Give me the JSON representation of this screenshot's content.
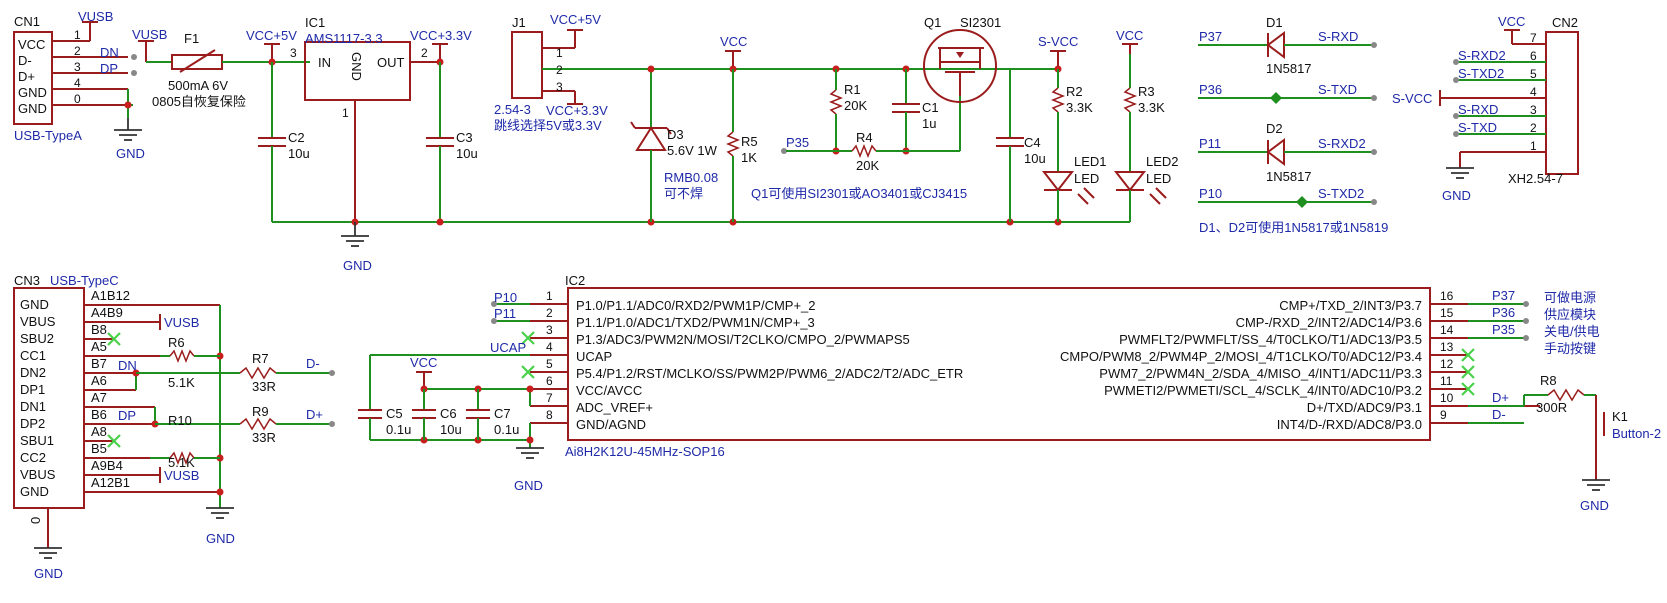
{
  "labels": {
    "cn1": "CN1",
    "cn1_vusb": "VUSB",
    "cn1_vcc": "VCC",
    "cn1_dm": "D-",
    "cn1_dp": "D+",
    "cn1_gnd1": "GND",
    "cn1_gnd2": "GND",
    "cn1_p1": "1",
    "cn1_p2": "2",
    "cn1_p3": "3",
    "cn1_p4": "4",
    "cn1_p0": "0",
    "net_dn": "DN",
    "net_dp": "DP",
    "cn1_type": "USB-TypeA",
    "gnd_cn1": "GND",
    "vusb_f1": "VUSB",
    "f1": "F1",
    "f1_val": "500mA 6V",
    "f1_desc": "0805自恢复保险",
    "vcc5_ic1": "VCC+5V",
    "ic1": "IC1",
    "ic1_part": "AMS1117-3.3",
    "ic1_in": "IN",
    "ic1_gnd": "GND",
    "ic1_out": "OUT",
    "ic1_p3": "3",
    "ic1_p2": "2",
    "ic1_p1": "1",
    "vcc33_ic1": "VCC+3.3V",
    "c2": "C2",
    "c2_val": "10u",
    "c3": "C3",
    "c3_val": "10u",
    "gnd_ic1": "GND",
    "j1": "J1",
    "j1_vcc5": "VCC+5V",
    "j1_p1": "1",
    "j1_p2": "2",
    "j1_p3": "3",
    "j1_vcc33": "VCC+3.3V",
    "j1_type": "2.54-3",
    "j1_desc": "跳线选择5V或3.3V",
    "vcc_top": "VCC",
    "d3": "D3",
    "d3_val": "5.6V 1W",
    "d3_pkg": "RMB0.08",
    "d3_note": "可不焊",
    "r5": "R5",
    "r5_val": "1K",
    "r1": "R1",
    "r1_val": "20K",
    "c1": "C1",
    "c1_val": "1u",
    "p35": "P35",
    "r4": "R4",
    "r4_val": "20K",
    "q1": "Q1",
    "q1_part": "SI2301",
    "q1_note": "Q1可使用SI2301或AO3401或CJ3415",
    "c4": "C4",
    "c4_val": "10u",
    "svcc": "S-VCC",
    "r2": "R2",
    "r2_val": "3.3K",
    "led1": "LED1",
    "led1_t": "LED",
    "vcc_r3": "VCC",
    "r3": "R3",
    "r3_val": "3.3K",
    "led2": "LED2",
    "led2_t": "LED",
    "p37": "P37",
    "d1": "D1",
    "d1_part": "1N5817",
    "srxd": "S-RXD",
    "p36": "P36",
    "stxd": "S-TXD",
    "p11": "P11",
    "d2": "D2",
    "d2_part": "1N5817",
    "srxd2": "S-RXD2",
    "p10": "P10",
    "stxd2": "S-TXD2",
    "d_note": "D1、D2可使用1N5817或1N5819",
    "cn2": "CN2",
    "cn2_vcc": "VCC",
    "cn2_part": "XH2.54-7",
    "cn2_svcc": "S-VCC",
    "gnd_cn2": "GND",
    "cn2_srxd2": "S-RXD2",
    "cn2_stxd2": "S-TXD2",
    "cn2_srxd": "S-RXD",
    "cn2_stxd": "S-TXD",
    "cn2_p7": "7",
    "cn2_p6": "6",
    "cn2_p5": "5",
    "cn2_p4": "4",
    "cn2_p3": "3",
    "cn2_p2": "2",
    "cn2_p1": "1",
    "cn3": "CN3",
    "cn3_type": "USB-TypeC",
    "cn3_n1": "GND",
    "cn3_n2": "VBUS",
    "cn3_n3": "SBU2",
    "cn3_n4": "CC1",
    "cn3_n5": "DN2",
    "cn3_n6": "DP1",
    "cn3_n7": "DN1",
    "cn3_n8": "DP2",
    "cn3_n9": "SBU1",
    "cn3_n10": "CC2",
    "cn3_n11": "VBUS",
    "cn3_n12": "GND",
    "cn3_p1": "A1B12",
    "cn3_p2": "A4B9",
    "cn3_p3": "B8",
    "cn3_p4": "A5",
    "cn3_p5": "B7",
    "cn3_p6": "A6",
    "cn3_p7": "A7",
    "cn3_p8": "B6",
    "cn3_p9": "A8",
    "cn3_p10": "B5",
    "cn3_p11": "A9B4",
    "cn3_p12": "A12B1",
    "cn3_p0": "0",
    "cn3_vusb1": "VUSB",
    "cn3_vusb2": "VUSB",
    "cn3_dn": "DN",
    "cn3_dp": "DP",
    "r6": "R6",
    "r6_val": "5.1K",
    "r10": "R10",
    "r10_val": "5.1K",
    "r7": "R7",
    "r7_val": "33R",
    "r7_net": "D-",
    "r9": "R9",
    "r9_val": "33R",
    "r9_net": "D+",
    "gnd_cn3": "GND",
    "gnd_cn3b": "GND",
    "ic2": "IC2",
    "ic2_part": "Ai8H2K12U-45MHz-SOP16",
    "ic2_l1": "P1.0/P1.1/ADC0/RXD2/PWM1P/CMP+_2",
    "ic2_l2": "P1.1/P1.0/ADC1/TXD2/PWM1N/CMP+_3",
    "ic2_l3": "P1.3/ADC3/PWM2N/MOSI/T2CLKO/CMPO_2/PWMAPS5",
    "ic2_l4": "UCAP",
    "ic2_l5": "P5.4/P1.2/RST/MCLKO/SS/PWM2P/PWM6_2/ADC2/T2/ADC_ETR",
    "ic2_l6": "VCC/AVCC",
    "ic2_l7": "ADC_VREF+",
    "ic2_l8": "GND/AGND",
    "ic2_r16": "CMP+/TXD_2/INT3/P3.7",
    "ic2_r15": "CMP-/RXD_2/INT2/ADC14/P3.6",
    "ic2_r14": "PWMFLT2/PWMFLT/SS_4/T0CLKO/T1/ADC13/P3.5",
    "ic2_r13": "CMPO/PWM8_2/PWM4P_2/MOSI_4/T1CLKO/T0/ADC12/P3.4",
    "ic2_r12": "PWM7_2/PWM4N_2/SDA_4/MISO_4/INT1/ADC11/P3.3",
    "ic2_r11": "PWMETI2/PWMETI/SCL_4/SCLK_4/INT0/ADC10/P3.2",
    "ic2_r10": "D+/TXD/ADC9/P3.1",
    "ic2_r9": "INT4/D-/RXD/ADC8/P3.0",
    "ic2_p1": "1",
    "ic2_p2": "2",
    "ic2_p3": "3",
    "ic2_p4": "4",
    "ic2_p5": "5",
    "ic2_p6": "6",
    "ic2_p7": "7",
    "ic2_p8": "8",
    "ic2_p16": "16",
    "ic2_p15": "15",
    "ic2_p14": "14",
    "ic2_p13": "13",
    "ic2_p12": "12",
    "ic2_p11": "11",
    "ic2_p10": "10",
    "ic2_p9": "9",
    "ic2_p10net": "P10",
    "ic2_p11net": "P11",
    "ucap": "UCAP",
    "vcc_ic2": "VCC",
    "c5": "C5",
    "c5_val": "0.1u",
    "c6": "C6",
    "c6_val": "10u",
    "c7": "C7",
    "c7_val": "0.1u",
    "gnd_ic2": "GND",
    "ic2_p37": "P37",
    "ic2_p36": "P36",
    "ic2_p35": "P35",
    "ic2_dp": "D+",
    "ic2_dm": "D-",
    "note1": "可做电源",
    "note2": "供应模块",
    "note3": "关电/供电",
    "note4": "手动按键",
    "r8": "R8",
    "r8_val": "300R",
    "k1": "K1",
    "k1_part": "Button-2",
    "gnd_k1": "GND"
  },
  "colors": {
    "wire": "#1f8f1f",
    "component": "#9b1c1c",
    "label": "#1f2aa8",
    "junction": "#c81e1e",
    "noconnect": "#4ad14a"
  }
}
